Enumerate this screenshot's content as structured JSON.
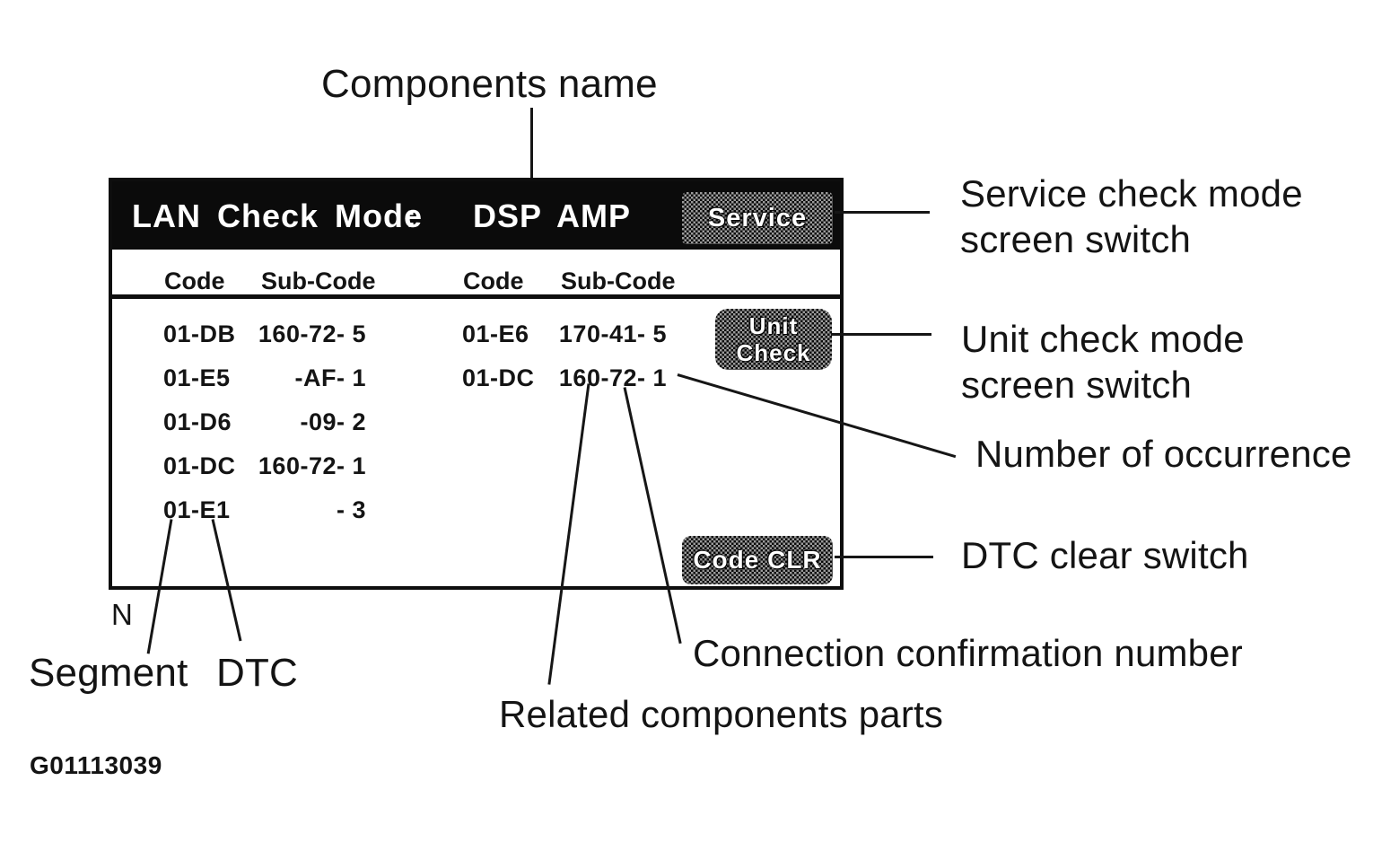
{
  "figure": {
    "id": "G01113039",
    "note": "N"
  },
  "colors": {
    "ink": "#141414",
    "paper": "#ffffff",
    "screen_header_bg": "#0b0b0b",
    "screen_header_text": "#ffffff",
    "dither_dark": "#0a0a0a",
    "dither_light": "#9c9c9c",
    "button_text": "#ffffff"
  },
  "screen": {
    "title_left": "LAN Check Mode",
    "title_colon": ":",
    "component_name": "DSP AMP",
    "buttons": {
      "service": "Service",
      "unit_check": "Unit\nCheck",
      "code_clr": "Code CLR"
    },
    "column_headers": [
      "Code",
      "Sub-Code",
      "Code",
      "Sub-Code"
    ],
    "left_rows": [
      {
        "code": "01-DB",
        "sub_code": "160-72- 5"
      },
      {
        "code": "01-E5",
        "sub_code": "-AF- 1"
      },
      {
        "code": "01-D6",
        "sub_code": "-09- 2"
      },
      {
        "code": "01-DC",
        "sub_code": "160-72- 1"
      },
      {
        "code": "01-E1",
        "sub_code": "- 3"
      }
    ],
    "right_rows": [
      {
        "code": "01-E6",
        "sub_code": "170-41- 5"
      },
      {
        "code": "01-DC",
        "sub_code": "160-72- 1"
      }
    ]
  },
  "annotations": {
    "components_name": "Components name",
    "service_switch": "Service check mode\nscreen switch",
    "unit_check_switch": "Unit check mode\nscreen switch",
    "number_of_occurrence": "Number of occurrence",
    "dtc_clear_switch": "DTC clear switch",
    "connection_confirmation": "Connection confirmation number",
    "related_components": "Related components parts",
    "segment": "Segment",
    "dtc": "DTC"
  }
}
